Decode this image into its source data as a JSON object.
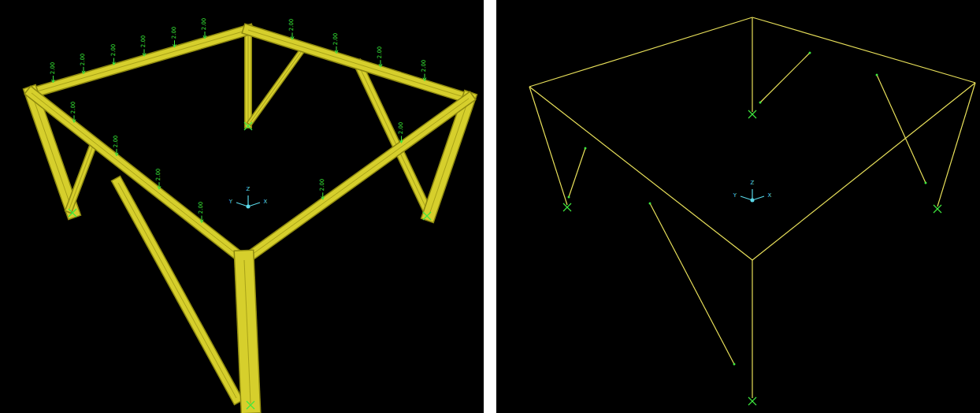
{
  "diagram": {
    "labels": [
      "2.00",
      "2.00",
      "2.00",
      "2.00",
      "2.00",
      "2.00",
      "2.00",
      "2.00",
      "2.00",
      "2.00",
      "2.00",
      "2.00",
      "2.00",
      "2.00",
      "2.00",
      "2.00",
      "Y",
      "Z",
      "X",
      "Y",
      "Z",
      "X"
    ]
  }
}
